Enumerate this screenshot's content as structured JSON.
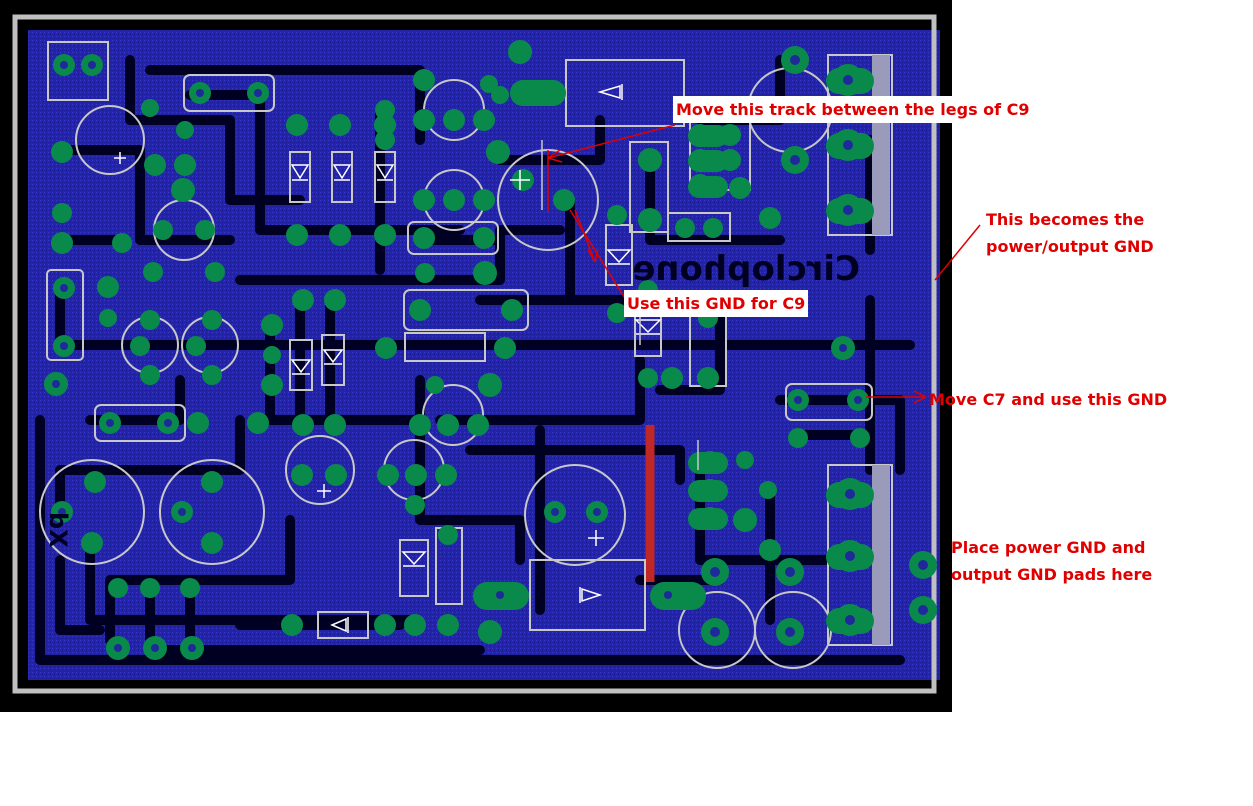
{
  "board": {
    "silk_name": "Circlophone",
    "silk_tag": "bX"
  },
  "annotations": {
    "track": "Move this track between the legs of C9",
    "gnd_c9": "Use this GND for C9",
    "power_output_gnd": [
      "This becomes the",
      "power/output GND"
    ],
    "c7": "Move C7 and use this GND",
    "pads": [
      "Place power GND and",
      "output GND pads here"
    ]
  },
  "colors": {
    "background": "#000000",
    "board_fill": "#2020a6",
    "copper_track": "#1a1a9a",
    "pad": "#0a8a4a",
    "pad_hole": "#1e2a9a",
    "silkscreen": "#c8c8c8",
    "outline": "#c0c0c0",
    "annotation": "#e00000",
    "top_track": "#c02828"
  }
}
